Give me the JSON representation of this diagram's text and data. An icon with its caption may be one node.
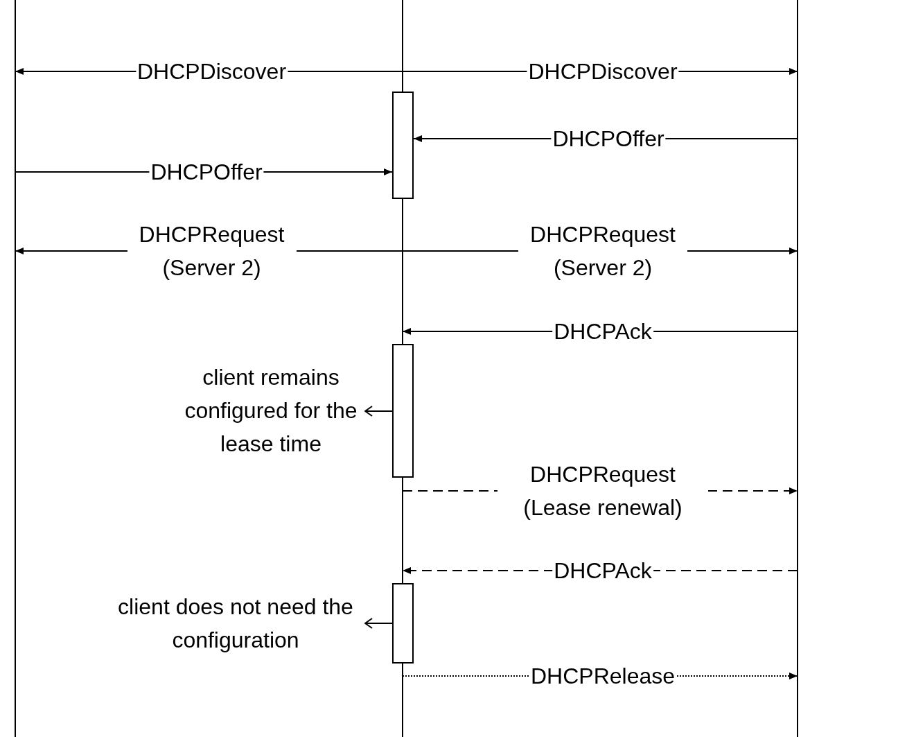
{
  "diagram": {
    "nodes": [
      {
        "text": [],
        "shape": "line"
      },
      {
        "text": [],
        "shape": "line"
      },
      {
        "text": [],
        "shape": "line"
      },
      {
        "text": [],
        "shape": "box"
      },
      {
        "text": [],
        "shape": "box"
      },
      {
        "text": [],
        "shape": "box"
      },
      {
        "text": [
          "client remains configured for the lease time"
        ]
      },
      {
        "text": [
          "client does not need the configuration"
        ]
      }
    ],
    "edges": [
      {
        "from": 1,
        "to": 0,
        "arrow": "to",
        "label": "DHCPDiscover"
      },
      {
        "from": 1,
        "to": 2,
        "arrow": "to",
        "label": "DHCPDiscover"
      },
      {
        "from": 2,
        "to": 3,
        "arrow": "to",
        "label": "DHCPOffer"
      },
      {
        "from": 0,
        "to": 3,
        "arrow": "to",
        "label": "DHCPOffer"
      },
      {
        "from": 1,
        "to": 0,
        "arrow": "to",
        "label": "DHCPRequest (Server 2)"
      },
      {
        "from": 1,
        "to": 2,
        "arrow": "to",
        "label": "DHCPRequest (Server 2)"
      },
      {
        "from": 2,
        "to": 1,
        "arrow": "to",
        "label": "DHCPAck"
      },
      {
        "from": 4,
        "to": 6,
        "arrow": "to"
      },
      {
        "from": 1,
        "to": 2,
        "arrow": "to",
        "label": "DHCPRequest (Lease renewal)",
        "style": "dashed"
      },
      {
        "from": 2,
        "to": 1,
        "arrow": "to",
        "label": "DHCPAck",
        "style": "dashed"
      },
      {
        "from": 5,
        "to": 7,
        "arrow": "to"
      },
      {
        "from": 1,
        "to": 2,
        "arrow": "to",
        "label": "DHCPRelease",
        "style": "dashed"
      }
    ]
  }
}
